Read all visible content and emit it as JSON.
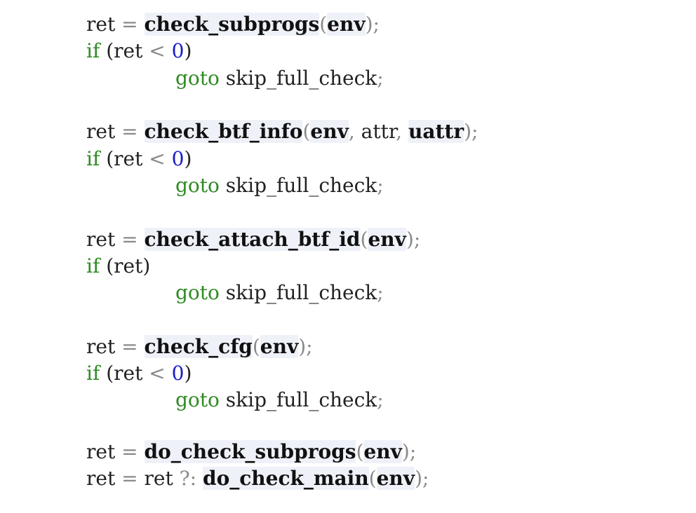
{
  "code": {
    "tokens": {
      "ret": "ret",
      "assign": "=",
      "if": "if",
      "open_paren": "(",
      "close_paren": ")",
      "lt": "<",
      "zero": "0",
      "goto": "goto",
      "label": "skip_full_check",
      "semicolon": ";",
      "comma": ",",
      "env": "env",
      "attr": "attr",
      "uattr": "uattr",
      "elvis": "?:"
    },
    "functions": {
      "check_subprogs": "check_subprogs",
      "check_btf_info": "check_btf_info",
      "check_attach_btf_id": "check_attach_btf_id",
      "check_cfg": "check_cfg",
      "do_check_subprogs": "do_check_subprogs",
      "do_check_main": "do_check_main"
    },
    "colors": {
      "keyword": "#2e8b22",
      "number": "#1c1cc8",
      "operator": "#8a8a8a",
      "highlight_bg": "#eef1f8"
    }
  }
}
